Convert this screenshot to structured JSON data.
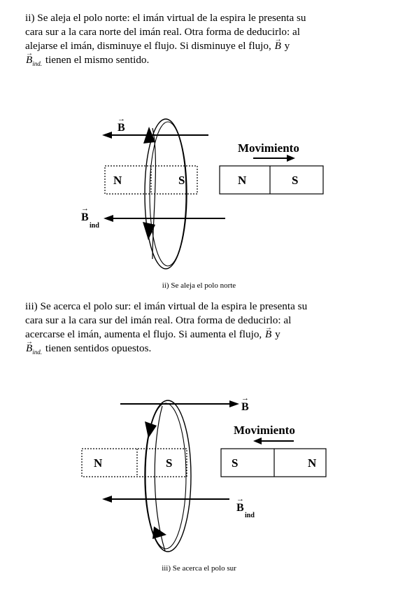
{
  "section1": {
    "line1": "ii) Se aleja el polo norte: el imán virtual de la espira le presenta su",
    "line2": "cara sur a la cara norte del imán real. Otra forma de deducirlo: al",
    "line3": "alejarse el imán, disminuye el flujo. Si disminuye el flujo,",
    "vec_b": "B",
    "conj": "y",
    "vec_bind": "B",
    "vec_bind_sub": "ind.",
    "line4_rest": "tienen el mismo sentido.",
    "diagram": {
      "label_b": "B",
      "label_bind": "B",
      "label_bind_sub": "ind",
      "movement": "Movimiento",
      "virtual_left": "N",
      "virtual_right": "S",
      "real_left": "N",
      "real_right": "S"
    },
    "caption": "ii) Se aleja el polo norte"
  },
  "section2": {
    "line1": "iii) Se acerca el polo sur: el imán virtual de la espira le presenta su",
    "line2": "cara sur a la cara sur del imán real. Otra forma de deducirlo: al",
    "line3": "acercarse el imán, aumenta el flujo. Si aumenta el flujo,",
    "vec_b": "B",
    "conj": "y",
    "vec_bind": "B",
    "vec_bind_sub": "ind.",
    "line4_rest": "tienen sentidos opuestos.",
    "diagram": {
      "label_b": "B",
      "label_bind": "B",
      "label_bind_sub": "ind",
      "movement": "Movimiento",
      "virtual_left": "N",
      "virtual_right": "S",
      "real_left": "S",
      "real_right": "N"
    },
    "caption": "iii) Se acerca el polo sur"
  }
}
